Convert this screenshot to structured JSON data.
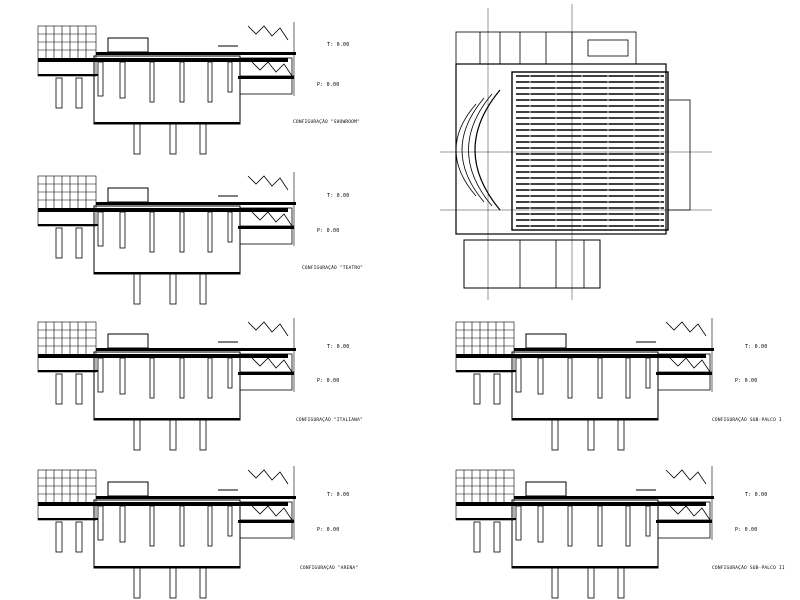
{
  "sheet": {
    "colors": {
      "line": "#000000",
      "background": "#ffffff"
    },
    "sections": [
      {
        "id": "s1",
        "level_top": "T: 0.00",
        "level_bottom": "P: 0.00",
        "caption": "CONFIGURAÇÃO \"SHOWROOM\""
      },
      {
        "id": "s2",
        "level_top": "T: 0.00",
        "level_bottom": "P: 0.00",
        "caption": "CONFIGURAÇÃO \"TEATRO\""
      },
      {
        "id": "s3",
        "level_top": "T: 0.00",
        "level_bottom": "P: 0.00",
        "caption": "CONFIGURAÇÃO \"ITALIANA\""
      },
      {
        "id": "s4",
        "level_top": "T: 0.00",
        "level_bottom": "P: 0.00",
        "caption": "CONFIGURAÇÃO \"ARENA\""
      },
      {
        "id": "s5",
        "level_top": "T: 0.00",
        "level_bottom": "P: 0.00",
        "caption": "CONFIGURAÇÃO SUB-PALCO I"
      },
      {
        "id": "s6",
        "level_top": "T: 0.00",
        "level_bottom": "P: 0.00",
        "caption": "CONFIGURAÇÃO SUB-PALCO II"
      }
    ],
    "plan": {
      "icon": "floor-plan-drawing"
    }
  }
}
